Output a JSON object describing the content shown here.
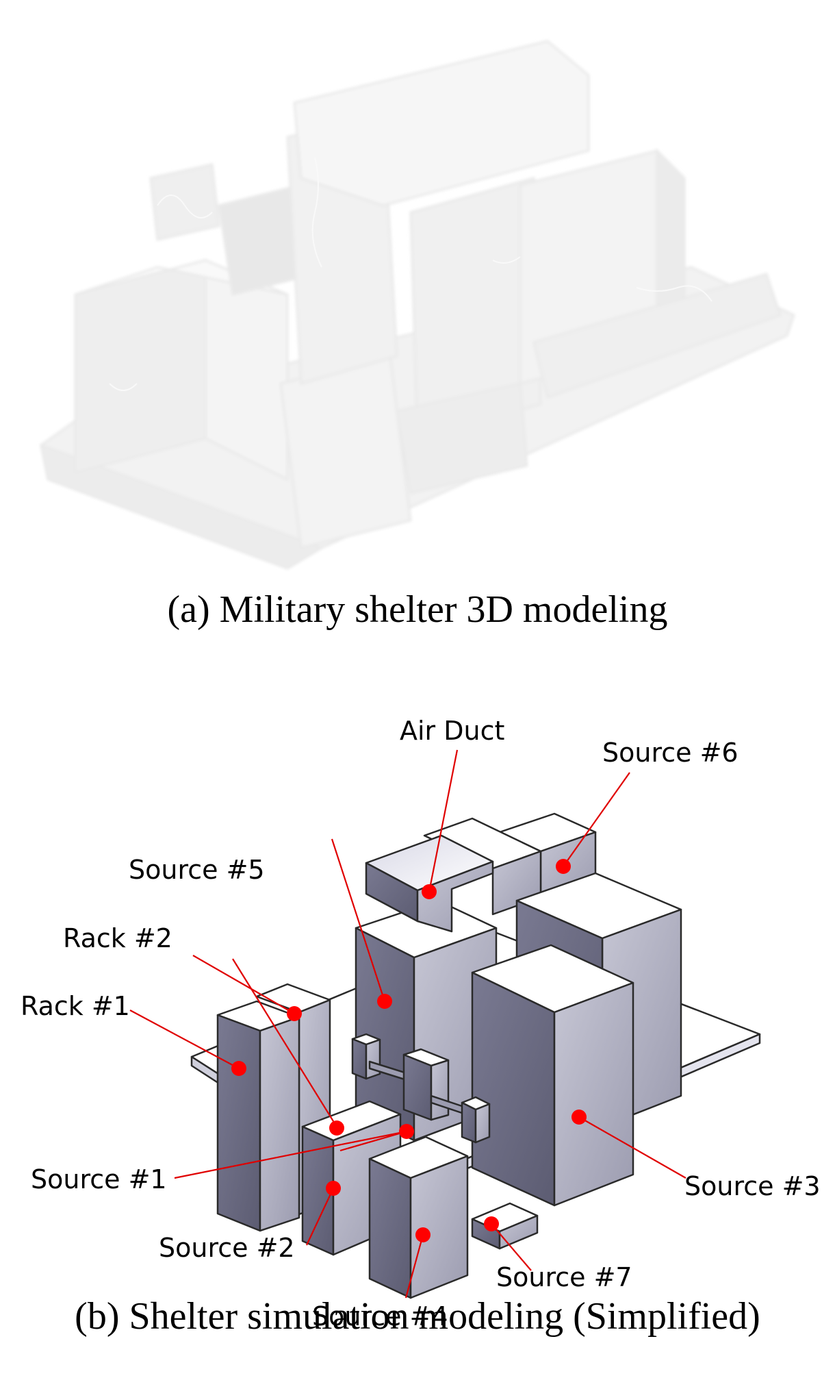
{
  "figure": {
    "panel_a": {
      "caption": "(a) Military shelter 3D modeling"
    },
    "panel_b": {
      "caption": "(b) Shelter simulation modeling (Simplified)",
      "labels": {
        "air_duct": "Air Duct",
        "source_6": "Source #6",
        "source_5": "Source #5",
        "rack_2": "Rack #2",
        "rack_1": "Rack #1",
        "source_1": "Source #1",
        "source_2": "Source #2",
        "source_4": "Source #4",
        "source_7": "Source #7",
        "source_3": "Source #3"
      }
    }
  },
  "colors": {
    "marker": "#ff0000",
    "leader": "#e00000",
    "box_top": "#ffffff",
    "box_side_light": "#b4b4c4",
    "box_side_dark": "#6c6c82"
  }
}
